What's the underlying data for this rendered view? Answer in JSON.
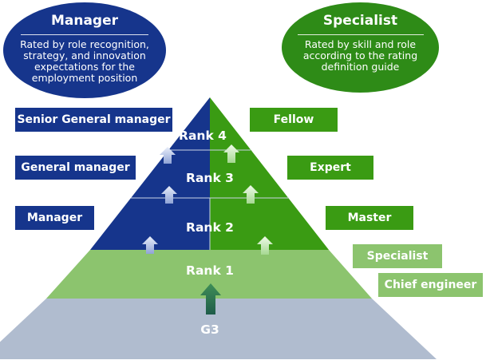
{
  "manager_oval": {
    "title": "Manager",
    "description": "Rated by role recognition, strategy, and innovation expectations for the employment position"
  },
  "specialist_oval": {
    "title": "Specialist",
    "description": "Rated by skill and role according to the rating definition guide"
  },
  "manager_titles": [
    "Senior General manager",
    "General manager",
    "Manager"
  ],
  "specialist_titles": [
    "Fellow",
    "Expert",
    "Master",
    "Specialist",
    "Chief engineer"
  ],
  "ranks": [
    "Rank 4",
    "Rank 3",
    "Rank 2",
    "Rank 1",
    "G3"
  ],
  "colors": {
    "manager_blue": "#16358c",
    "specialist_green": "#3a9b13",
    "rank1_light_green": "#8cc46e",
    "g3_gray": "#b0bccf"
  }
}
